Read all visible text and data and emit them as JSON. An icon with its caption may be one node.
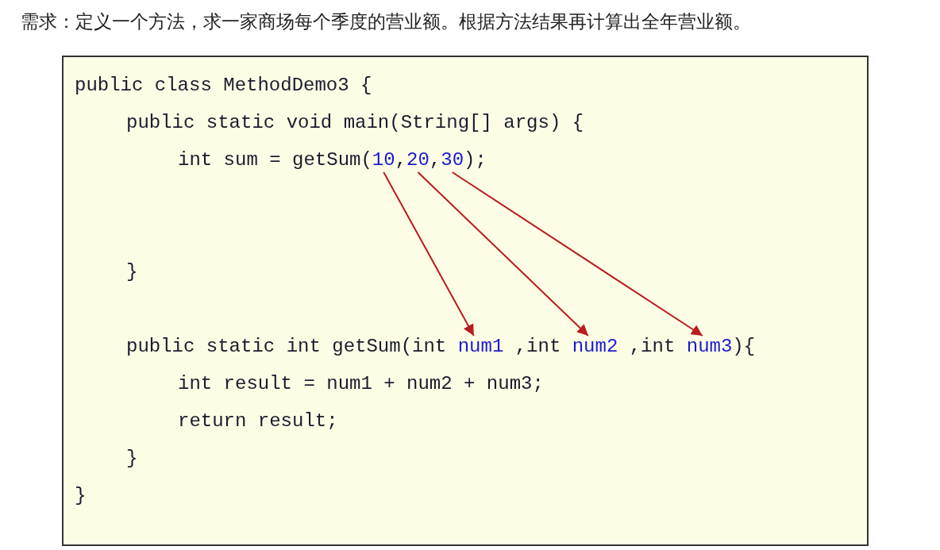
{
  "diagram": {
    "title": "需求：定义一个方法，求一家商场每个季度的营业额。根据方法结果再计算出全年营业额。",
    "nodes": [
      {
        "text": [],
        "shape": "box"
      },
      {
        "text": [
          "10"
        ],
        "in": 0
      },
      {
        "text": [
          "20"
        ],
        "in": 0
      },
      {
        "text": [
          "30"
        ],
        "in": 0
      },
      {
        "text": [
          "num1"
        ],
        "in": 0
      },
      {
        "text": [
          "num2"
        ],
        "in": 0
      },
      {
        "text": [
          "num3"
        ],
        "in": 0
      }
    ],
    "edges": [
      {
        "from": 1,
        "to": 4,
        "arrow": "to",
        "color": "#b81c1c"
      },
      {
        "from": 2,
        "to": 5,
        "arrow": "to",
        "color": "#b81c1c"
      },
      {
        "from": 3,
        "to": 6,
        "arrow": "to",
        "color": "#b81c1c"
      }
    ],
    "labels": [
      "public class MethodDemo3 {",
      "public static void main(String[] args) {",
      "int sum = getSum(",
      ",",
      ",",
      ");",
      "}",
      "public static int getSum(int",
      ",int",
      ",int",
      "){",
      "int result = num1 + num2 + num3;",
      "return result;",
      "}",
      "}"
    ]
  }
}
